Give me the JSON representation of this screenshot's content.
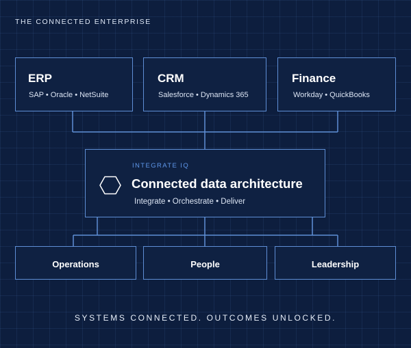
{
  "header": {
    "eyebrow": "THE CONNECTED ENTERPRISE"
  },
  "sources": [
    {
      "title": "ERP",
      "systems": "SAP • Oracle • NetSuite"
    },
    {
      "title": "CRM",
      "systems": "Salesforce • Dynamics 365"
    },
    {
      "title": "Finance",
      "systems": "Workday • QuickBooks"
    }
  ],
  "hub": {
    "kicker": "INTEGRATE IQ",
    "title": "Connected data architecture",
    "capabilities": "Integrate  •  Orchestrate  •  Deliver",
    "icon": "hexagon-icon"
  },
  "outcomes": [
    {
      "label": "Operations"
    },
    {
      "label": "People"
    },
    {
      "label": "Leadership"
    }
  ],
  "footer": {
    "tagline": "SYSTEMS CONNECTED. OUTCOMES UNLOCKED."
  },
  "colors": {
    "background": "#0d1e3e",
    "box_fill": "#0f2142",
    "box_border": "#5f8fd6",
    "accent": "#5f97ea",
    "text": "#ffffff"
  }
}
